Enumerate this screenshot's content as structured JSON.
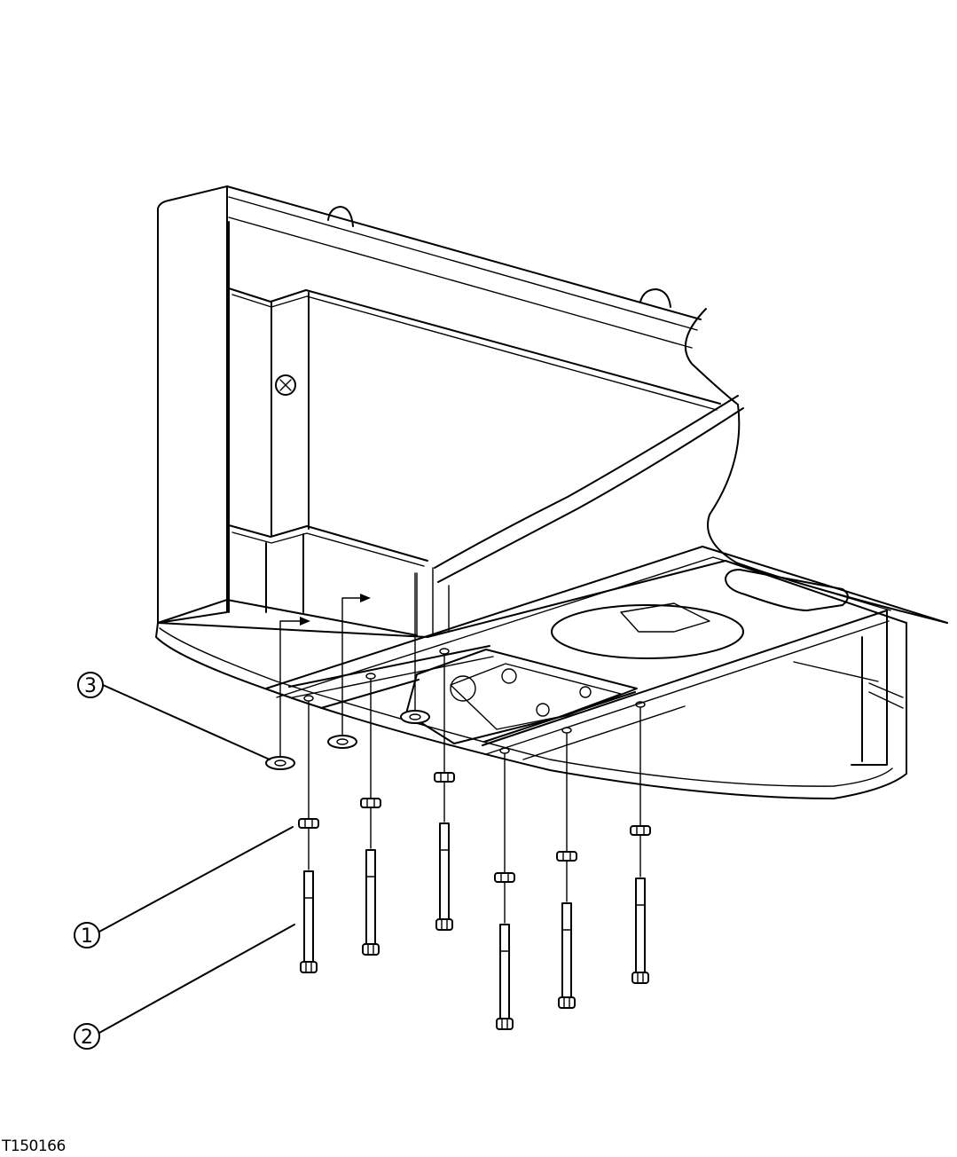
{
  "figure_id": "T150166",
  "callouts": [
    {
      "label": "1",
      "icon": "circled-number"
    },
    {
      "label": "2",
      "icon": "circled-number"
    },
    {
      "label": "3",
      "icon": "circled-number"
    }
  ]
}
